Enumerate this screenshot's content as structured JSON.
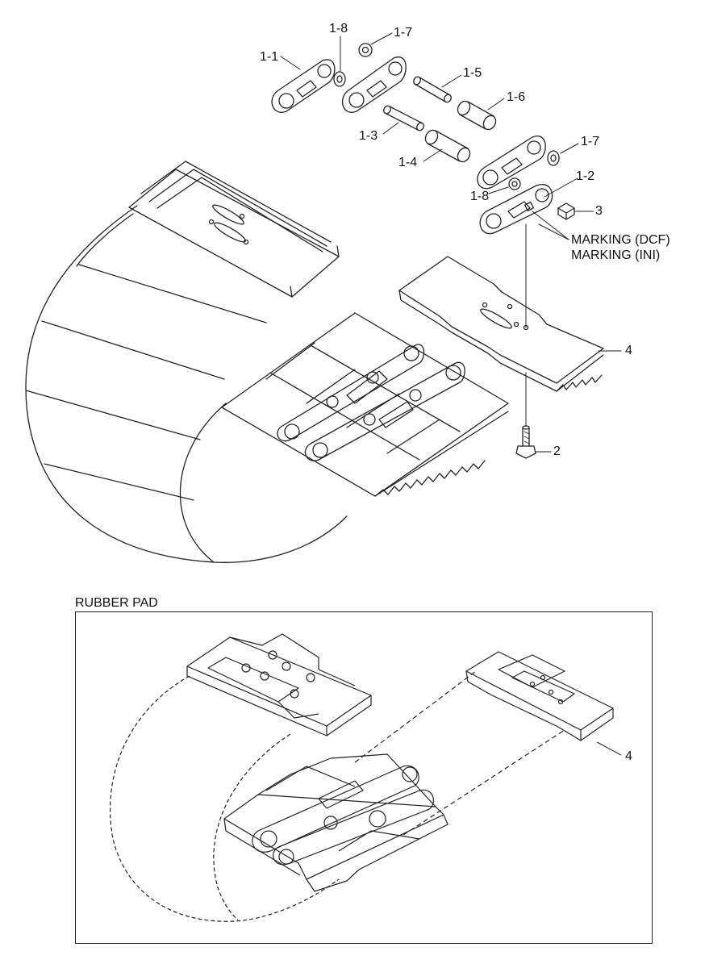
{
  "callouts": {
    "p1_1": "1-1",
    "p1_8_top": "1-8",
    "p1_7_top": "1-7",
    "p1_5": "1-5",
    "p1_6": "1-6",
    "p1_3": "1-3",
    "p1_4": "1-4",
    "p1_7_right": "1-7",
    "p1_2": "1-2",
    "p1_8_right": "1-8",
    "p3": "3",
    "marking_dcf": "MARKING (DCF)",
    "marking_ini": "MARKING (INI)",
    "p4_top": "4",
    "p2": "2",
    "p4_bottom": "4"
  },
  "rubber_pad": {
    "title": "RUBBER PAD"
  },
  "colors": {
    "ink": "#222222",
    "background": "#ffffff"
  }
}
